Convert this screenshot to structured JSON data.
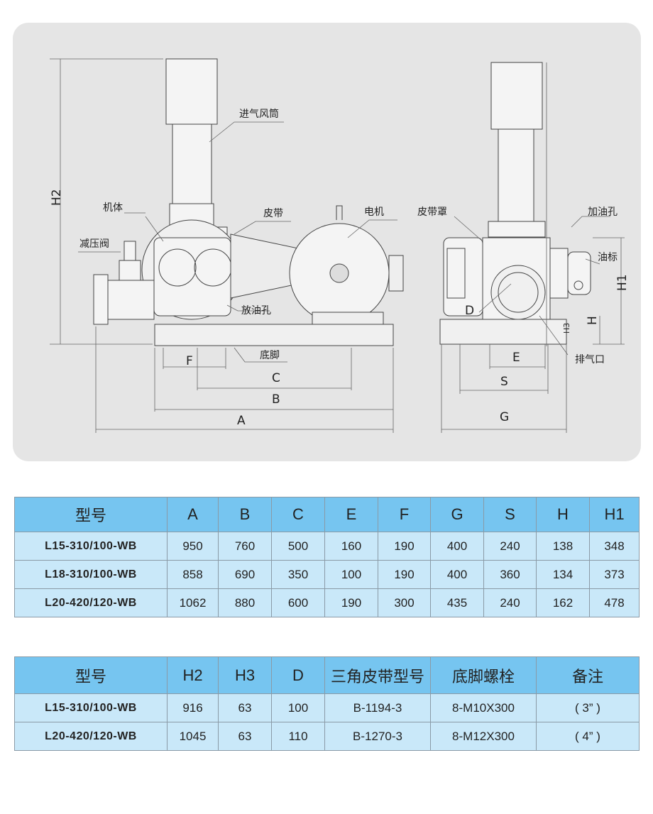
{
  "drawing": {
    "side_labels": {
      "intake_pipe": "进气风筒",
      "body": "机体",
      "belt": "皮带",
      "motor": "电机",
      "relief_valve": "减压阀",
      "drain_hole": "放油孔",
      "base": "底脚",
      "F": "F",
      "C": "C",
      "B": "B",
      "A": "A",
      "H2": "H2"
    },
    "end_labels": {
      "belt_guard": "皮带罩",
      "oil_fill": "加油孔",
      "oil_gauge": "油标",
      "H1": "H1",
      "D": "D",
      "H": "H",
      "H3": "H3",
      "E": "E",
      "outlet": "排气口",
      "S": "S",
      "G": "G"
    }
  },
  "table1": {
    "headers": [
      "型号",
      "A",
      "B",
      "C",
      "E",
      "F",
      "G",
      "S",
      "H",
      "H1"
    ],
    "rows": [
      [
        "L15-310/100-WB",
        "950",
        "760",
        "500",
        "160",
        "190",
        "400",
        "240",
        "138",
        "348"
      ],
      [
        "L18-310/100-WB",
        "858",
        "690",
        "350",
        "100",
        "190",
        "400",
        "360",
        "134",
        "373"
      ],
      [
        "L20-420/120-WB",
        "1062",
        "880",
        "600",
        "190",
        "300",
        "435",
        "240",
        "162",
        "478"
      ]
    ]
  },
  "table2": {
    "headers": [
      "型号",
      "H2",
      "H3",
      "D",
      "三角皮带型号",
      "底脚螺栓",
      "备注"
    ],
    "rows": [
      [
        "L15-310/100-WB",
        "916",
        "63",
        "100",
        "B-1194-3",
        "8-M10X300",
        "( 3” )"
      ],
      [
        "L20-420/120-WB",
        "1045",
        "63",
        "110",
        "B-1270-3",
        "8-M12X300",
        "( 4” )"
      ]
    ]
  }
}
